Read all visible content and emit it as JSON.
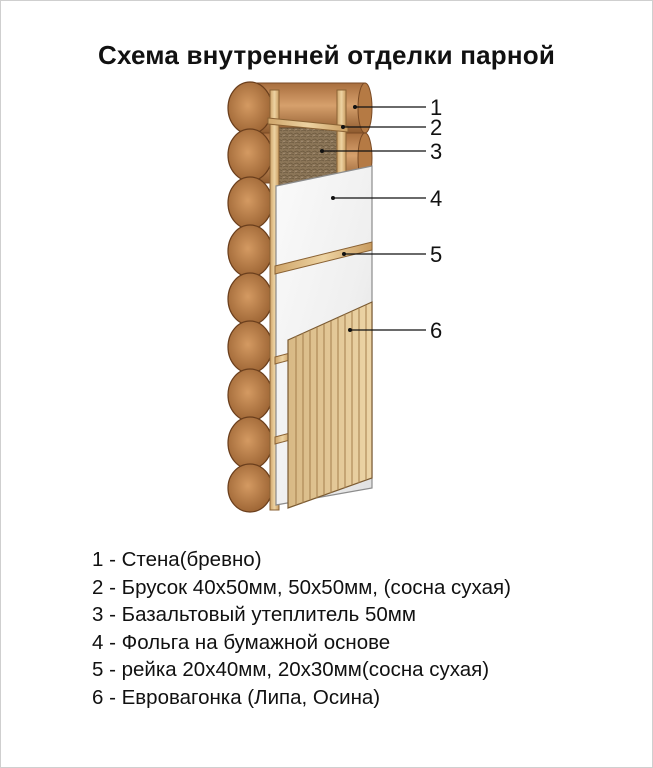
{
  "title": "Схема внутренней отделки парной",
  "callouts": [
    {
      "number": "1",
      "label": "Стена(бревно)"
    },
    {
      "number": "2",
      "label": "Брусок 40х50мм, 50х50мм, (сосна сухая)"
    },
    {
      "number": "3",
      "label": "Базальтовый утеплитель 50мм"
    },
    {
      "number": "4",
      "label": "Фольга на бумажной основе"
    },
    {
      "number": "5",
      "label": "рейка 20х40мм, 20х30мм(сосна сухая)"
    },
    {
      "number": "6",
      "label": "Евровагонка (Липа, Осина)"
    }
  ],
  "legend": [
    "1 - Стена(бревно)",
    "2 - Брусок 40х50мм, 50х50мм, (сосна сухая)",
    "3 - Базальтовый утеплитель 50мм",
    "4 - Фольга на бумажной основе",
    "5 - рейка 20х40мм, 20х30мм(сосна сухая)",
    "6 - Евровагонка (Липа, Осина)"
  ],
  "colors": {
    "log": "#c89060",
    "log_end": "#b27440",
    "batten": "#e2c08a",
    "insulation": "#8a7458",
    "foil": "#f2f2f2",
    "lining": "#e3c796",
    "text": "#111111"
  }
}
